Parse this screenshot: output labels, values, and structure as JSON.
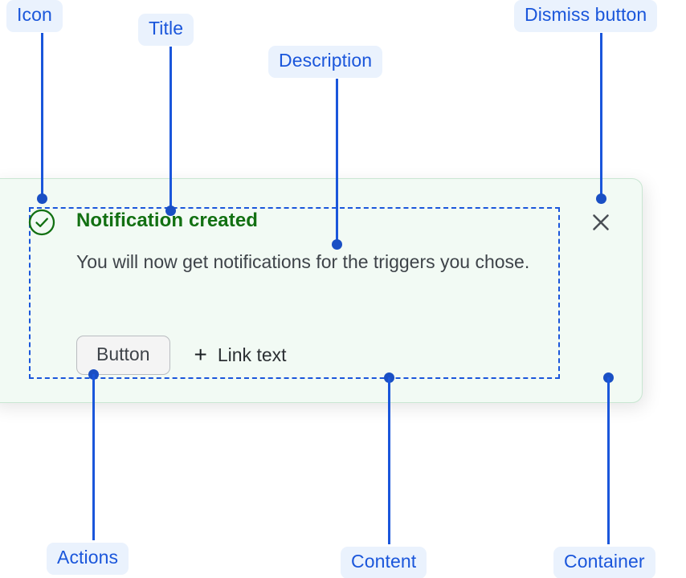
{
  "annotations": [
    {
      "id": "icon",
      "label": "Icon"
    },
    {
      "id": "title",
      "label": "Title"
    },
    {
      "id": "description",
      "label": "Description"
    },
    {
      "id": "dismiss",
      "label": "Dismiss button"
    },
    {
      "id": "actions",
      "label": "Actions"
    },
    {
      "id": "content",
      "label": "Content"
    },
    {
      "id": "container",
      "label": "Container"
    }
  ],
  "notification": {
    "icon_name": "success-check-circle-icon",
    "title": "Notification created",
    "description": "You will now get notifications for the triggers you chose.",
    "actions": {
      "button_label": "Button",
      "link_plus_glyph": "+",
      "link_label": "Link text"
    },
    "dismiss_icon": "close-x-icon"
  },
  "colors": {
    "annotation_text": "#1a56db",
    "annotation_background": "#eaf2fd",
    "connector": "#1a56db",
    "card_background": "#f2faf4",
    "card_border": "#c9e6d2",
    "title_text": "#127012",
    "description_text": "#3e4349",
    "icon_green": "#127012",
    "button_background": "#f4f4f4",
    "button_border": "#b9bcc0",
    "dismiss_icon": "#4a4f55",
    "outline_dashed": "#1a56db"
  }
}
